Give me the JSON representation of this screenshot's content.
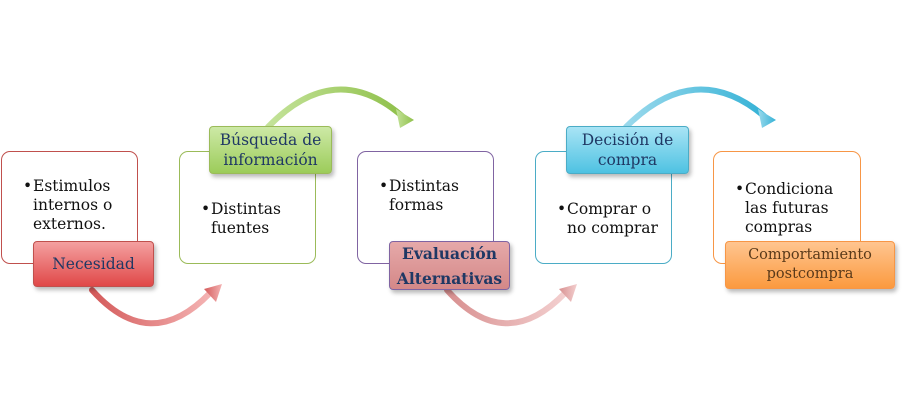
{
  "steps": [
    {
      "label": "Necesidad",
      "bullets": [
        "Estimulos internos o externos."
      ],
      "colors": {
        "border": "#c0504d",
        "fill_top": "#f4a0a0",
        "fill_bottom": "#e04848",
        "text": "#1f3864"
      }
    },
    {
      "label": "Búsqueda de información",
      "bullets": [
        "Distintas fuentes"
      ],
      "colors": {
        "border": "#9bbb59",
        "fill_top": "#cde9a6",
        "fill_bottom": "#9ccc5a",
        "text": "#1f3864"
      }
    },
    {
      "label": "Evaluación Alternativas",
      "bullets": [
        "Distintas formas"
      ],
      "colors": {
        "border": "#8064a2",
        "fill_top": "#e6a9a9",
        "fill_bottom": "#d48888",
        "text": "#1f3864"
      }
    },
    {
      "label": "Decisión de compra",
      "bullets": [
        "Comprar o no comprar"
      ],
      "colors": {
        "border": "#4bacc6",
        "fill_top": "#a9e4f5",
        "fill_bottom": "#4ec2e2",
        "text": "#1f3864"
      }
    },
    {
      "label": "Comportamiento postcompra",
      "bullets": [
        "Condiciona las futuras compras"
      ],
      "colors": {
        "border": "#f79646",
        "fill_top": "#ffc590",
        "fill_bottom": "#fb9a3f",
        "text": "#5a3a1a"
      }
    }
  ],
  "arrows": [
    {
      "from": "Necesidad",
      "to": "Búsqueda de información",
      "color_start": "#d45a5a",
      "color_end": "#f4b3b3"
    },
    {
      "from": "Búsqueda de información",
      "to": "Evaluación Alternativas",
      "color_start": "#c4e39a",
      "color_end": "#8fc04a"
    },
    {
      "from": "Evaluación Alternativas",
      "to": "Decisión de compra",
      "color_start": "#d89090",
      "color_end": "#f3cfcf"
    },
    {
      "from": "Decisión de compra",
      "to": "Comportamiento postcompra",
      "color_start": "#9ad9ec",
      "color_end": "#35b2d6"
    }
  ]
}
